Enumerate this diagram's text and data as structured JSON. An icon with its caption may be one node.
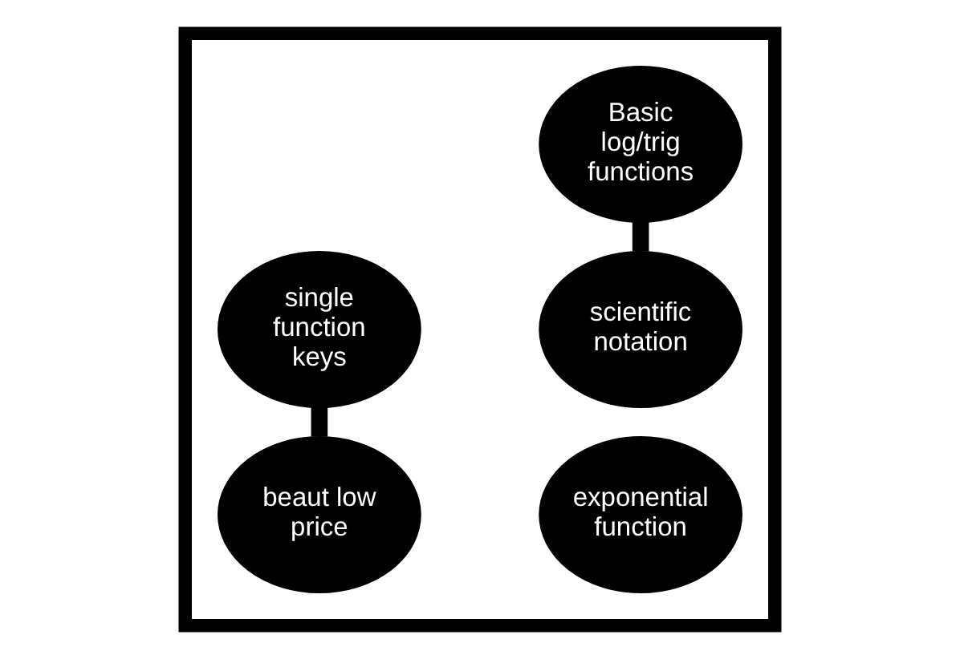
{
  "diagram": {
    "nodes": [
      {
        "text": [],
        "shape": "box"
      },
      {
        "text": [
          "Basic log/trig functions"
        ],
        "in": 0
      },
      {
        "text": [
          "scientific notation"
        ],
        "in": 0
      },
      {
        "text": [
          "exponential function"
        ],
        "in": 0
      },
      {
        "text": [
          "single function keys"
        ],
        "in": 0
      },
      {
        "text": [
          "beaut low price"
        ],
        "in": 0
      }
    ],
    "edges": [
      {
        "from": 1,
        "to": 2,
        "arrow": "none"
      },
      {
        "from": 4,
        "to": 5,
        "arrow": "none"
      }
    ]
  }
}
